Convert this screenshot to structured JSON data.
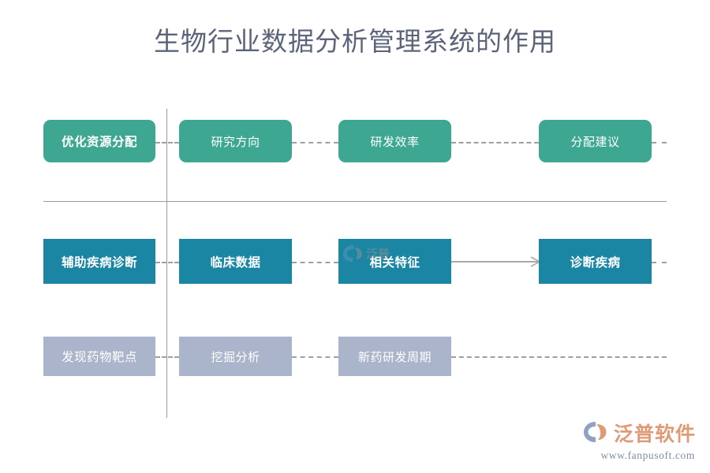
{
  "page": {
    "title": "生物行业数据分析管理系统的作用",
    "title_color": "#5b6478",
    "background": "#ffffff"
  },
  "palette": {
    "row1": "#3da791",
    "row2": "#1a86a4",
    "row3": "#aab4ca",
    "divider": "#9a9a9a",
    "connector": "#9aa0a8",
    "arrow": "#a9a9a9",
    "brand_orange": "#e09a76",
    "brand_blue": "#7f8da8"
  },
  "diagram": {
    "rows": [
      {
        "id": "row-optimize-resource-allocation",
        "color": "#3da791",
        "shape": "rounded",
        "nodes": [
          {
            "label": "优化资源分配",
            "lead": true
          },
          {
            "label": "研究方向",
            "lead": false
          },
          {
            "label": "研发效率",
            "lead": false
          },
          {
            "label": "分配建议",
            "lead": false
          }
        ]
      },
      {
        "id": "row-assist-disease-diagnosis",
        "color": "#1a86a4",
        "shape": "square",
        "nodes": [
          {
            "label": "辅助疾病诊断",
            "lead": true
          },
          {
            "label": "临床数据",
            "lead": false
          },
          {
            "label": "相关特征",
            "lead": false
          },
          {
            "label": "诊断疾病",
            "lead": false
          }
        ]
      },
      {
        "id": "row-discover-drug-targets",
        "color": "#aab4ca",
        "shape": "square",
        "nodes": [
          {
            "label": "发现药物靶点",
            "lead": true
          },
          {
            "label": "挖掘分析",
            "lead": false
          },
          {
            "label": "新药研发周期",
            "lead": false
          }
        ]
      }
    ]
  },
  "brand": {
    "name": "泛普软件",
    "url": "www.fanpusoft.com"
  }
}
